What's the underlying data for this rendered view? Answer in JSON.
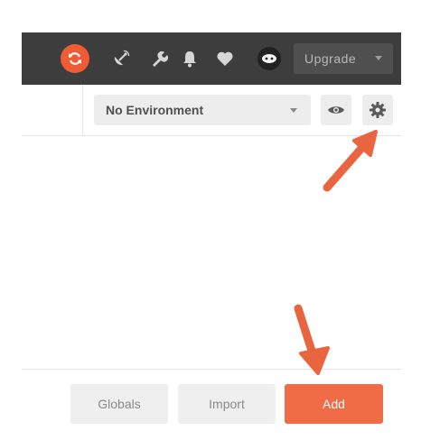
{
  "header": {
    "upgrade_label": "Upgrade",
    "icons": [
      "sync-icon",
      "capture-icon",
      "wrench-icon",
      "bell-icon",
      "heart-icon",
      "avatar-icon"
    ],
    "accent_color": "#ef5b35"
  },
  "environment": {
    "selected": "No Environment"
  },
  "footer": {
    "globals_label": "Globals",
    "import_label": "Import",
    "add_label": "Add"
  },
  "colors": {
    "header_bg": "#3d3d3d",
    "add_button": "#ef6c47",
    "annotation_arrow": "#e8653f"
  }
}
